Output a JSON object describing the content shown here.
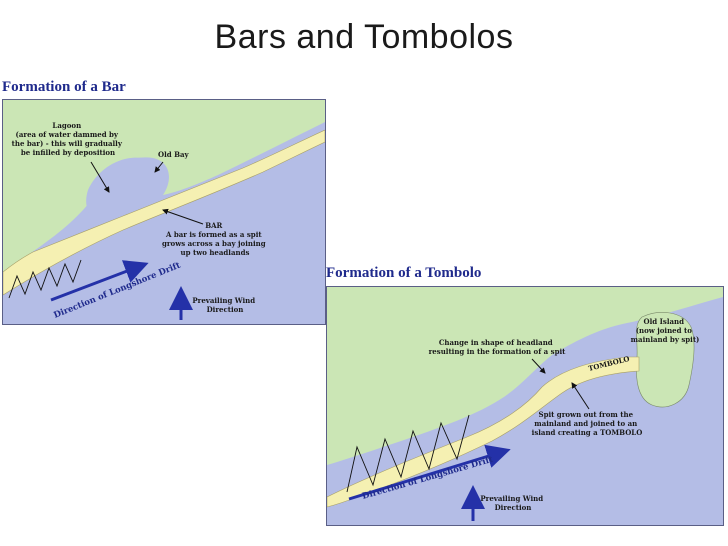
{
  "slide": {
    "title": "Bars and Tombolos"
  },
  "bar_figure": {
    "heading": "Formation of a Bar",
    "lagoon_label": [
      "Lagoon",
      "(area of water dammed by",
      "the bar) - this will gradually",
      "be infilled by deposition"
    ],
    "old_bay_label": "Old Bay",
    "bar_label": [
      "BAR",
      "A bar is formed as a spit",
      "grows across a bay joining",
      "up two headlands"
    ],
    "drift_label": "Direction of Longshore Drift",
    "wind_label": [
      "Prevailing Wind",
      "Direction"
    ]
  },
  "tombolo_figure": {
    "heading": "Formation of a Tombolo",
    "headland_label": [
      "Change in shape of headland",
      "resulting in the formation of a spit"
    ],
    "old_island_label": [
      "Old Island",
      "(now joined to",
      "mainland by spit)"
    ],
    "tombolo_label": "TOMBOLO",
    "spit_label": [
      "Spit grown out from the",
      "mainland and joined to an",
      "island creating a TOMBOLO"
    ],
    "drift_label": "Direction of Longshore Drift",
    "wind_label": [
      "Prevailing Wind",
      "Direction"
    ]
  },
  "colors": {
    "land": "#cbe6b5",
    "sea": "#b4bde6",
    "sand": "#f5f0b2",
    "heading": "#1f2a8c",
    "arrow": "#2431a8"
  }
}
